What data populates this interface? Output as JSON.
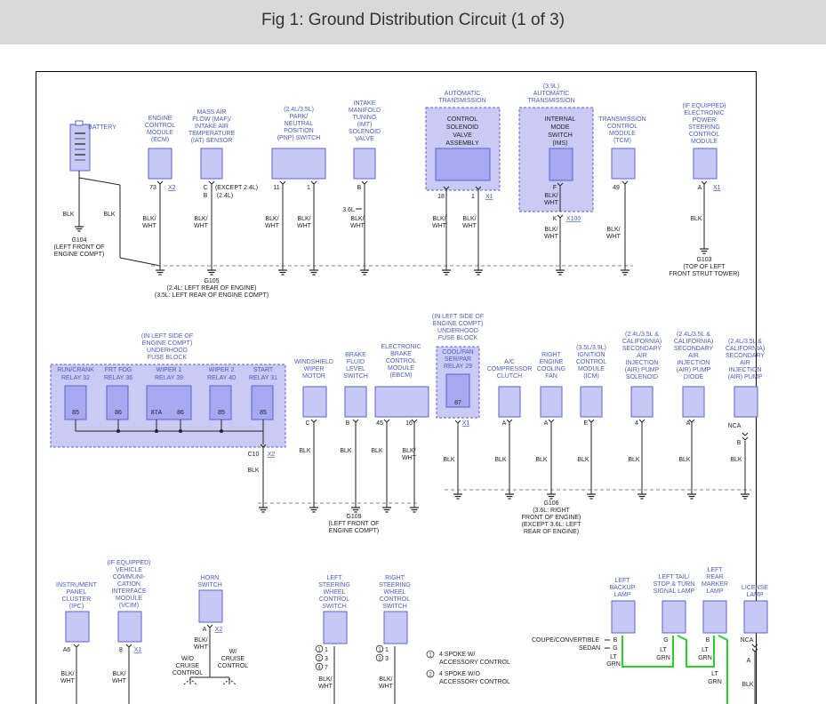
{
  "header": {
    "title": "Fig 1: Ground Distribution Circuit (1 of 3)"
  },
  "colors": {
    "label_blue": "#4a5cc0",
    "box_fill": "#c7c9f5",
    "box_stroke": "#5d61d4",
    "group_fill": "#c9cbf4",
    "wire": "#222222",
    "wire_green": "#2bd12b",
    "ground_bus": "#888888"
  },
  "icons": [
    "battery-icon",
    "ground-icon",
    "connector-icon"
  ],
  "row1": {
    "battery": "BATTERY",
    "ecm": [
      "ENGINE",
      "CONTROL",
      "MODULE",
      "(ECM)"
    ],
    "maf": [
      "MASS AIR",
      "FLOW (MAF)/",
      "INTAKE AIR",
      "TEMPERATURE",
      "(IAT) SENSOR"
    ],
    "pnp": [
      "(2.4L/3.5L)",
      "PARK/",
      "NEUTRAL",
      "POSITION",
      "(PNP) SWITCH"
    ],
    "imt": [
      "INTAKE",
      "MANIFOLD",
      "TUNING",
      "(IMT)",
      "SOLENOID",
      "VALVE"
    ],
    "auto_trans": [
      "AUTOMATIC",
      "TRANSMISSION"
    ],
    "ctrl_solenoid": [
      "CONTROL",
      "SOLENOID",
      "VALVE",
      "ASSEMBLY"
    ],
    "ims_group": [
      "(3.9L)",
      "AUTOMATIC",
      "TRANSMISSION"
    ],
    "ims": [
      "INTERNAL",
      "MODE",
      "SWITCH",
      "(IMS)"
    ],
    "tcm": [
      "TRANSMISSION",
      "CONTROL",
      "MODULE",
      "(TCM)"
    ],
    "eps": [
      "(IF EQUIPPED)",
      "ELECTRONIC",
      "POWER",
      "STEERING",
      "CONTROL",
      "MODULE"
    ],
    "pins": {
      "ecm": "73",
      "ecm_conn": "X2",
      "maf_c": "C",
      "maf_b": "B",
      "maf_note1": "(EXCEPT 2.4L)",
      "maf_note2": "(2.4L)",
      "pnp_a": "11",
      "pnp_b": "1",
      "imt": "B",
      "imt_note": "3.6L",
      "csv_a": "18",
      "csv_b": "1",
      "csv_conn": "X1",
      "ims": "F",
      "ims_k": "K",
      "ims_conn": "X100",
      "tcm": "49",
      "eps": "A",
      "eps_conn": "X1"
    },
    "wires": [
      "BLK",
      "BLK",
      "BLK/",
      "WHT",
      "BLK/",
      "WHT",
      "BLK/",
      "WHT",
      "BLK/",
      "WHT",
      "BLK/",
      "WHT",
      "BLK/",
      "WHT",
      "BLK/",
      "WHT",
      "BLK/",
      "WHT",
      "BLK/",
      "WHT",
      "BLK/",
      "WHT",
      "BLK/",
      "WHT",
      "BLK"
    ],
    "g104": [
      "G104",
      "(LEFT FRONT OF",
      "ENGINE COMPT)"
    ],
    "g105": [
      "G105",
      "(2.4L: LEFT REAR OF ENGINE)",
      "(3.5L: LEFT REAR OF ENGINE COMPT)"
    ],
    "g103": [
      "G103",
      "(TOP OF LEFT",
      "FRONT STRUT TOWER)"
    ]
  },
  "row2": {
    "fuse_block": [
      "(IN LEFT SIDE OF",
      "ENGINE COMPT)",
      "UNDERHOOD",
      "FUSE BLOCK"
    ],
    "relays": [
      {
        "name": [
          "RUN/CRANK",
          "RELAY 32"
        ],
        "pin": "85"
      },
      {
        "name": [
          "FRT FOG",
          "RELAY 36"
        ],
        "pin": "86"
      },
      {
        "name": [
          "WIPER 1",
          "RELAY 39"
        ],
        "pin": "87A",
        "pin2": "86"
      },
      {
        "name": [
          "WIPER 2",
          "RELAY 40"
        ],
        "pin": "85"
      },
      {
        "name": [
          "START",
          "RELAY 31"
        ],
        "pin": "85"
      }
    ],
    "fuse_conn": "C10",
    "fuse_conn_x": "X2",
    "wiper": [
      "WINDSHIELD",
      "WIPER",
      "MOTOR"
    ],
    "brake_fluid": [
      "BRAKE",
      "FLUID",
      "LEVEL",
      "SWITCH"
    ],
    "ebcm": [
      "ELECTRONIC",
      "BRAKE",
      "CONTROL",
      "MODULE",
      "(EBCM)"
    ],
    "fuse_block2": [
      "(IN LEFT SIDE OF",
      "ENGINE COMPT)",
      "UNDERHOOD",
      "FUSE BLOCK"
    ],
    "coolfan": [
      "COOL/FAN",
      "SER/PAR",
      "RELAY 29"
    ],
    "ac": [
      "A/C",
      "COMPRESSOR",
      "CLUTCH"
    ],
    "rfan": [
      "RIGHT",
      "ENGINE",
      "COOLING",
      "FAN"
    ],
    "icm": [
      "(3.5L/3.9L)",
      "IGNITION",
      "CONTROL",
      "MODULE",
      "(ICM)"
    ],
    "air_pump_sol": [
      "(2.4L/3.5L &",
      "CALIFORNIA)",
      "SECONDARY",
      "AIR",
      "INJECTION",
      "(AIR) PUMP",
      "SOLENOID"
    ],
    "air_diode": [
      "(2.4L/3.5L &",
      "CALIFORNIA)",
      "SECONDARY",
      "AIR",
      "INJECTION",
      "(AIR) PUMP",
      "DIODE"
    ],
    "air_pump": [
      "(2.4L/3.5L &",
      "CALIFORNIA)",
      "SECONDARY",
      "AIR",
      "INJECTION",
      "(AIR) PUMP"
    ],
    "pins": {
      "wiper": "C",
      "brake": "B",
      "ebcm_a": "45",
      "ebcm_b": "16",
      "coolfan": "87",
      "coolfan_conn": "X1",
      "ac": "A",
      "rfan": "A",
      "icm": "E",
      "air_sol": "4",
      "air_diode": "A",
      "air_pump": "NCA",
      "air_pump_b": "B"
    },
    "wires": [
      "BLK",
      "BLK",
      "BLK",
      "BLK",
      "BLK/",
      "WHT",
      "BLK",
      "BLK",
      "BLK",
      "BLK",
      "BLK",
      "BLK",
      "BLK"
    ],
    "g109": [
      "G109",
      "(LEFT FRONT OF",
      "ENGINE COMPT)"
    ],
    "g106": [
      "G106",
      "(3.6L: RIGHT",
      "FRONT OF ENGINE)",
      "(EXCEPT 3.6L: LEFT",
      "REAR OF ENGINE)"
    ]
  },
  "row3": {
    "ipc": [
      "INSTRUMENT",
      "PANEL",
      "CLUSTER",
      "(IPC)"
    ],
    "vcim": [
      "(IF EQUIPPED)",
      "VEHICLE",
      "COMMUNI-",
      "CATION",
      "INTERFACE",
      "MODULE",
      "(VCIM)"
    ],
    "horn": [
      "HORN",
      "SWITCH"
    ],
    "lswc": [
      "LEFT",
      "STEERING",
      "WHEEL",
      "CONTROL",
      "SWITCH"
    ],
    "rswc": [
      "RIGHT",
      "STEERING",
      "WHEEL",
      "CONTROL",
      "SWITCH"
    ],
    "backup": [
      "LEFT",
      "BACKUP",
      "LAMP"
    ],
    "tail": [
      "LEFT TAIL/",
      "STOP & TURN",
      "SIGNAL LAMP"
    ],
    "marker": [
      "LEFT",
      "REAR",
      "MARKER",
      "LAMP"
    ],
    "license": [
      "LICENSE",
      "LAMP"
    ],
    "pins": {
      "ipc": "A6",
      "vcim": "8",
      "vcim_conn": "X1",
      "horn": "A",
      "horn_conn": "X2",
      "lswc": [
        "1",
        "3",
        "7"
      ],
      "rswc": [
        "1",
        "3"
      ],
      "backup_b": "B",
      "backup_g": "G",
      "tail": "G",
      "marker": "B",
      "license": "NCA",
      "license_a": "A"
    },
    "horn_note_left": [
      "W/O",
      "CRUISE",
      "CONTROL"
    ],
    "horn_note_right": [
      "W/",
      "CRUISE",
      "CONTROL"
    ],
    "coupe": "COUPE/CONVERTIBLE",
    "sedan": "SEDAN",
    "legend": [
      {
        "n": "1",
        "text": [
          "4 SPOKE W/",
          "ACCESSORY CONTROL"
        ]
      },
      {
        "n": "2",
        "text": [
          "4 SPOKE W/O",
          "ACCESSORY CONTROL"
        ]
      }
    ],
    "wires": [
      "BLK/",
      "WHT",
      "BLK/",
      "WHT",
      "BLK/",
      "WHT",
      "BLK/",
      "WHT",
      "BLK/",
      "WHT",
      "LT",
      "GRN",
      "LT",
      "GRN",
      "LT",
      "GRN",
      "LT",
      "GRN",
      "BLK"
    ]
  }
}
